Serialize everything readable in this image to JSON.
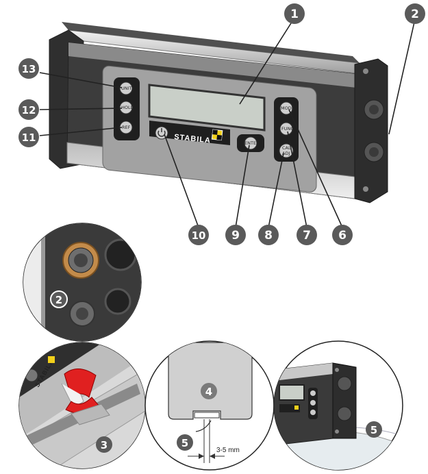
{
  "device": {
    "brand": "STABILA",
    "buttons": {
      "unit": "UNIT",
      "hold": "HOLD",
      "ref": "REF",
      "mode": "MODE",
      "func": "FUNC",
      "enter": "ENTER",
      "cal_adj_line1": "CAL",
      "cal_adj_line2": "ADJ"
    }
  },
  "callouts": {
    "c1": "1",
    "c2": "2",
    "c3": "3",
    "c4": "4",
    "c5": "5",
    "c6": "6",
    "c7": "7",
    "c8": "8",
    "c9": "9",
    "c10": "10",
    "c11": "11",
    "c12": "12",
    "c13": "13"
  },
  "detail": {
    "dimension": "3-5 mm",
    "brand_small": "STABILA"
  },
  "colors": {
    "callout": "#5a5a5a",
    "body_dark": "#3c3c3c",
    "panel": "#9a9a9a",
    "lcd": "#c9cfc8",
    "accent_yellow": "#f2d01b",
    "magnet_red": "#e02020"
  }
}
